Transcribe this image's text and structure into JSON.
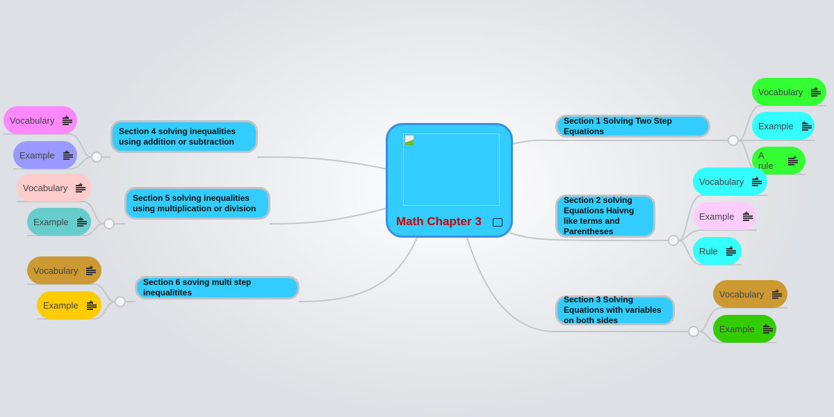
{
  "center": {
    "title": "Math Chapter 3",
    "image_icon": "image-icon"
  },
  "sections": [
    {
      "label": "Section 1 Solving Two Step Equations",
      "leaves": [
        {
          "label": "Vocabulary",
          "color": "#33ff33"
        },
        {
          "label": "Example",
          "color": "#33ffff"
        },
        {
          "label": "A rule",
          "color": "#33ff33"
        }
      ]
    },
    {
      "label": "Section 2 solving Equations Haivng like terms and Parentheses",
      "leaves": [
        {
          "label": "Vocabulary",
          "color": "#33ffff"
        },
        {
          "label": "Example",
          "color": "#ffccff"
        },
        {
          "label": "Rule",
          "color": "#33ffff"
        }
      ]
    },
    {
      "label": "Section 3 Solving Equations with variables on both sides",
      "leaves": [
        {
          "label": "Vocabulary",
          "color": "#cc9933"
        },
        {
          "label": "Example",
          "color": "#33cc00"
        }
      ]
    },
    {
      "label": "Section 4 solving inequalities using addition or subtraction",
      "leaves": [
        {
          "label": "Vocabulary",
          "color": "#ff88ff"
        },
        {
          "label": "Example",
          "color": "#9999ff"
        }
      ]
    },
    {
      "label": "Section 5 solving inequalities using multiplication or division",
      "leaves": [
        {
          "label": "Vocabulary",
          "color": "#ffcccc"
        },
        {
          "label": "Example",
          "color": "#66cccc"
        }
      ]
    },
    {
      "label": "Section 6 soving multi step inequalitites",
      "leaves": [
        {
          "label": "Vocabulary",
          "color": "#cc9933"
        },
        {
          "label": "Example",
          "color": "#ffcc00"
        }
      ]
    }
  ]
}
